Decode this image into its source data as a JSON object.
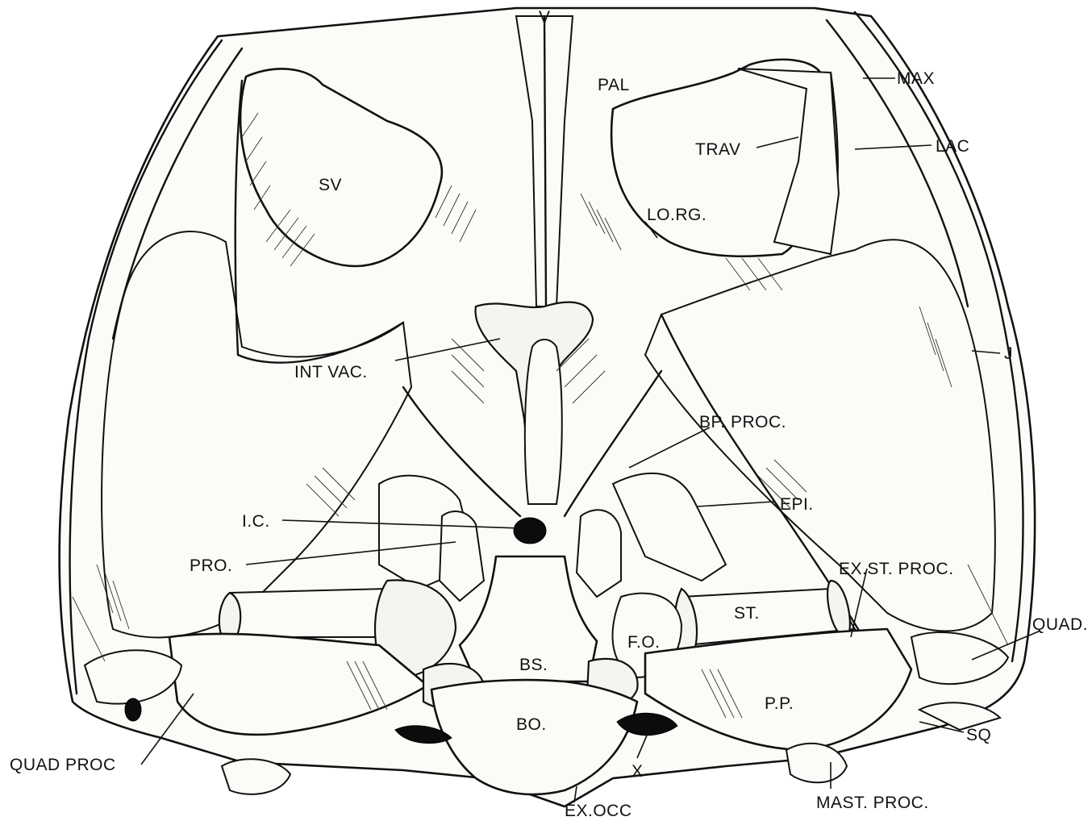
{
  "labels": {
    "v": "V",
    "pal": "PAL",
    "max": "MAX",
    "trav": "TRAV",
    "lac": "LAC",
    "sv": "SV",
    "lo_rg": "LO.RG.",
    "int_vac": "INT VAC.",
    "j": "J",
    "bp_proc": "BP. PROC.",
    "epi": "EPI.",
    "ic": "I.C.",
    "pro": "PRO.",
    "ex_st_proc": "EX.ST. PROC.",
    "st": "ST.",
    "quad": "QUAD.",
    "fo": "F.O.",
    "bs": "BS.",
    "pp": "P.P.",
    "bo": "BO.",
    "sq": "SQ",
    "quad_proc": "QUAD PROC",
    "x": "X",
    "mast_proc": "MAST. PROC.",
    "ex_occ": "EX.OCC"
  }
}
